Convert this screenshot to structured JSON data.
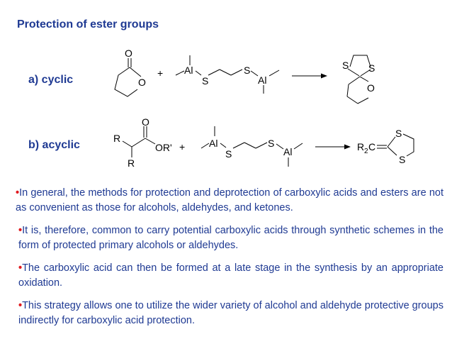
{
  "title": "Protection of ester groups",
  "labels": {
    "cyclic": "a) cyclic",
    "acyclic": "b) acyclic"
  },
  "scheme": {
    "atoms": {
      "O": "O",
      "S": "S",
      "Al": "Al",
      "R": "R",
      "OR": "OR'",
      "plus": "+",
      "C": "C",
      "two": "2"
    }
  },
  "bullets": [
    "In general, the methods for protection and deprotection of carboxylic acids and esters are not as convenient as those for alcohols, aldehydes, and ketones.",
    "It is, therefore, common to carry potential carboxylic acids through synthetic schemes in the form of protected primary alcohols or aldehydes.",
    "The carboxylic acid can then be formed at a late stage in the synthesis by an appropriate oxidation.",
    "This strategy allows one to utilize the wider variety of alcohol and aldehyde protective groups indirectly for carboxylic acid protection."
  ],
  "bullet_symbol": "•",
  "colors": {
    "heading": "#1f3a93",
    "bullet": "#e0191e",
    "text": "#1f3a93"
  }
}
